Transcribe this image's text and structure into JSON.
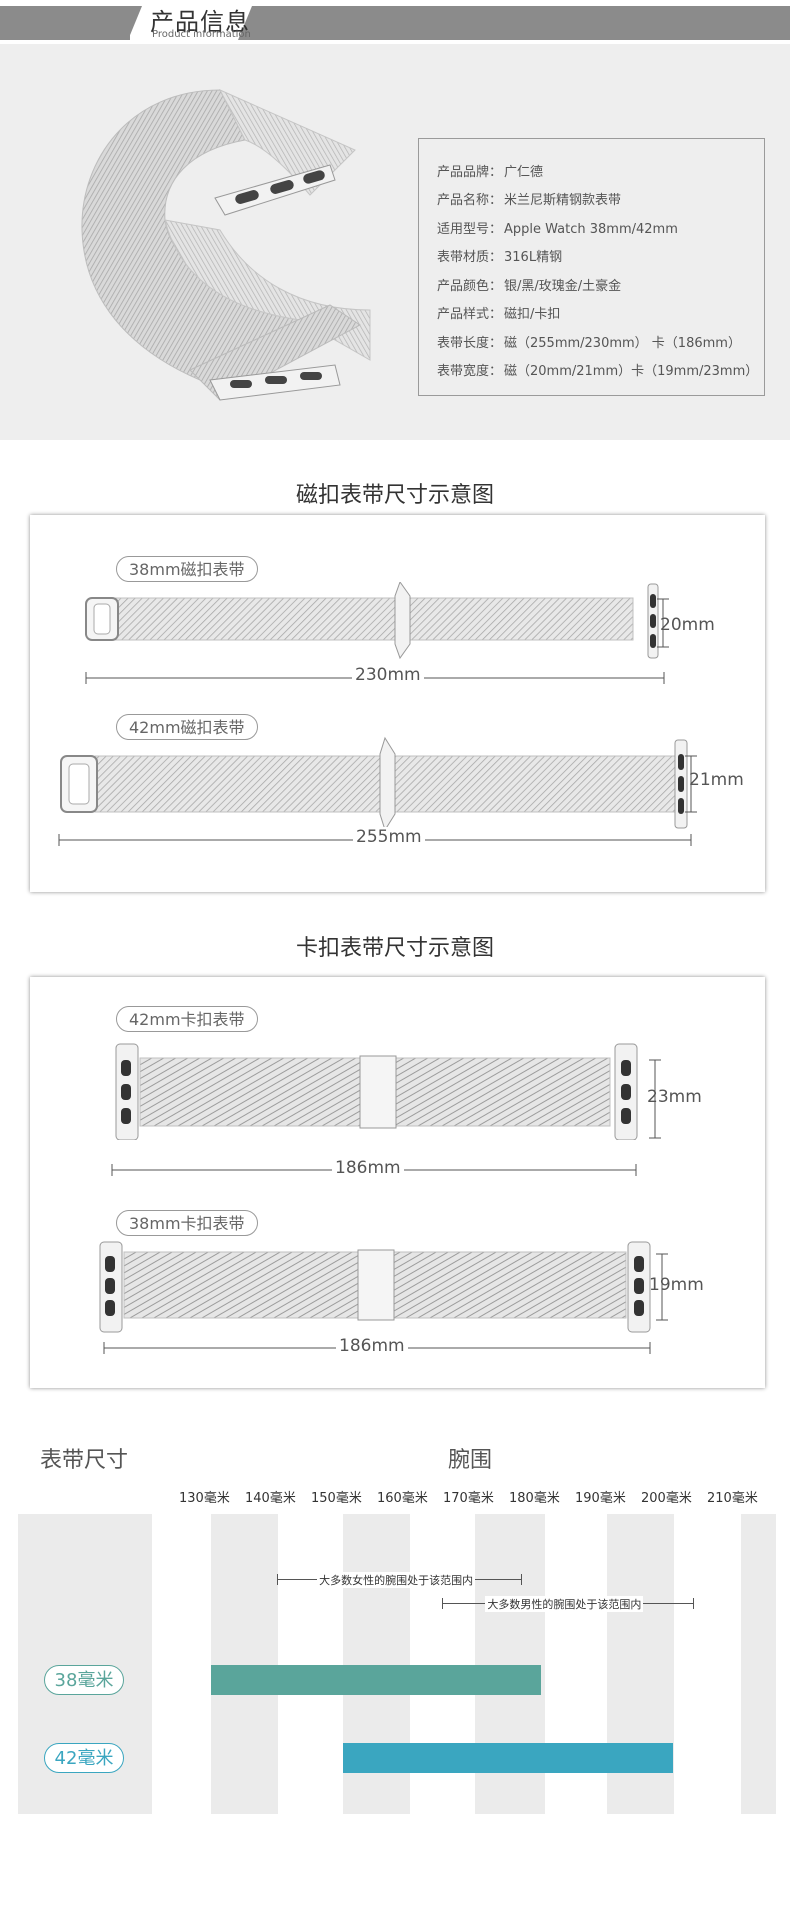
{
  "header": {
    "title": "产品信息",
    "subtitle": "Product information"
  },
  "specs": [
    {
      "key": "产品品牌：",
      "value": "广仁德"
    },
    {
      "key": "产品名称：",
      "value": "米兰尼斯精钢款表带"
    },
    {
      "key": "适用型号：",
      "value": "Apple Watch 38mm/42mm"
    },
    {
      "key": "表带材质：",
      "value": "316L精钢"
    },
    {
      "key": "产品颜色：",
      "value": "银/黑/玫瑰金/土豪金"
    },
    {
      "key": "产品样式：",
      "value": "磁扣/卡扣"
    },
    {
      "key": "表带长度：",
      "value": "磁（255mm/230mm） 卡（186mm）"
    },
    {
      "key": "表带宽度：",
      "value": "磁（20mm/21mm）卡（19mm/23mm）"
    }
  ],
  "magnetic": {
    "title": "磁扣表带尺寸示意图",
    "bands": [
      {
        "label": "38mm磁扣表带",
        "length": "230mm",
        "width": "20mm"
      },
      {
        "label": "42mm磁扣表带",
        "length": "255mm",
        "width": "21mm"
      }
    ]
  },
  "clasp": {
    "title": "卡扣表带尺寸示意图",
    "bands": [
      {
        "label": "42mm卡扣表带",
        "length": "186mm",
        "width": "23mm"
      },
      {
        "label": "38mm卡扣表带",
        "length": "186mm",
        "width": "19mm"
      }
    ]
  },
  "wrist_chart": {
    "left_title": "表带尺寸",
    "center_title": "腕围",
    "ticks": [
      "130毫米",
      "140毫米",
      "150毫米",
      "160毫米",
      "170毫米",
      "180毫米",
      "190毫米",
      "200毫米",
      "210毫米"
    ],
    "notes": [
      {
        "text": "大多数女性的腕围处于该范围内",
        "from_mm": 140,
        "to_mm": 177
      },
      {
        "text": "大多数男性的腕围处于该范围内",
        "from_mm": 165,
        "to_mm": 203
      }
    ],
    "sizes": [
      {
        "label": "38毫米",
        "from_mm": 130,
        "to_mm": 180,
        "color": "#5aa59b"
      },
      {
        "label": "42毫米",
        "from_mm": 150,
        "to_mm": 200,
        "color": "#3aa6c0"
      }
    ]
  }
}
